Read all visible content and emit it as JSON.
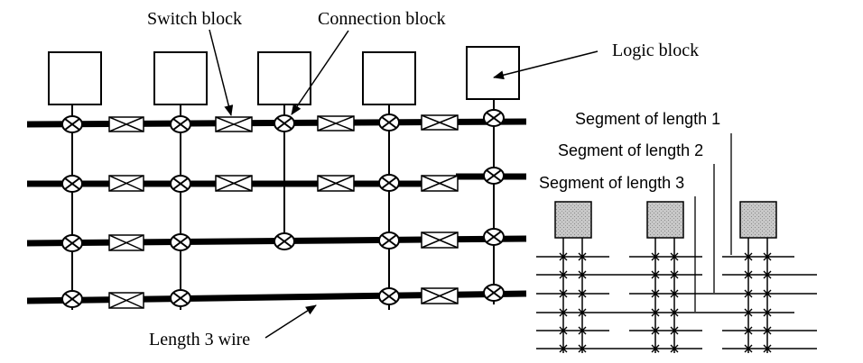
{
  "labels": {
    "switch_block": "Switch block",
    "connection_block": "Connection block",
    "logic_block": "Logic block",
    "length3_wire": "Length 3 wire",
    "segment1": "Segment of length 1",
    "segment2": "Segment of length 2",
    "segment3": "Segment of length 3"
  },
  "colors": {
    "ink": "#000000",
    "shaded_block": "#bdbdbd",
    "background": "#ffffff"
  }
}
